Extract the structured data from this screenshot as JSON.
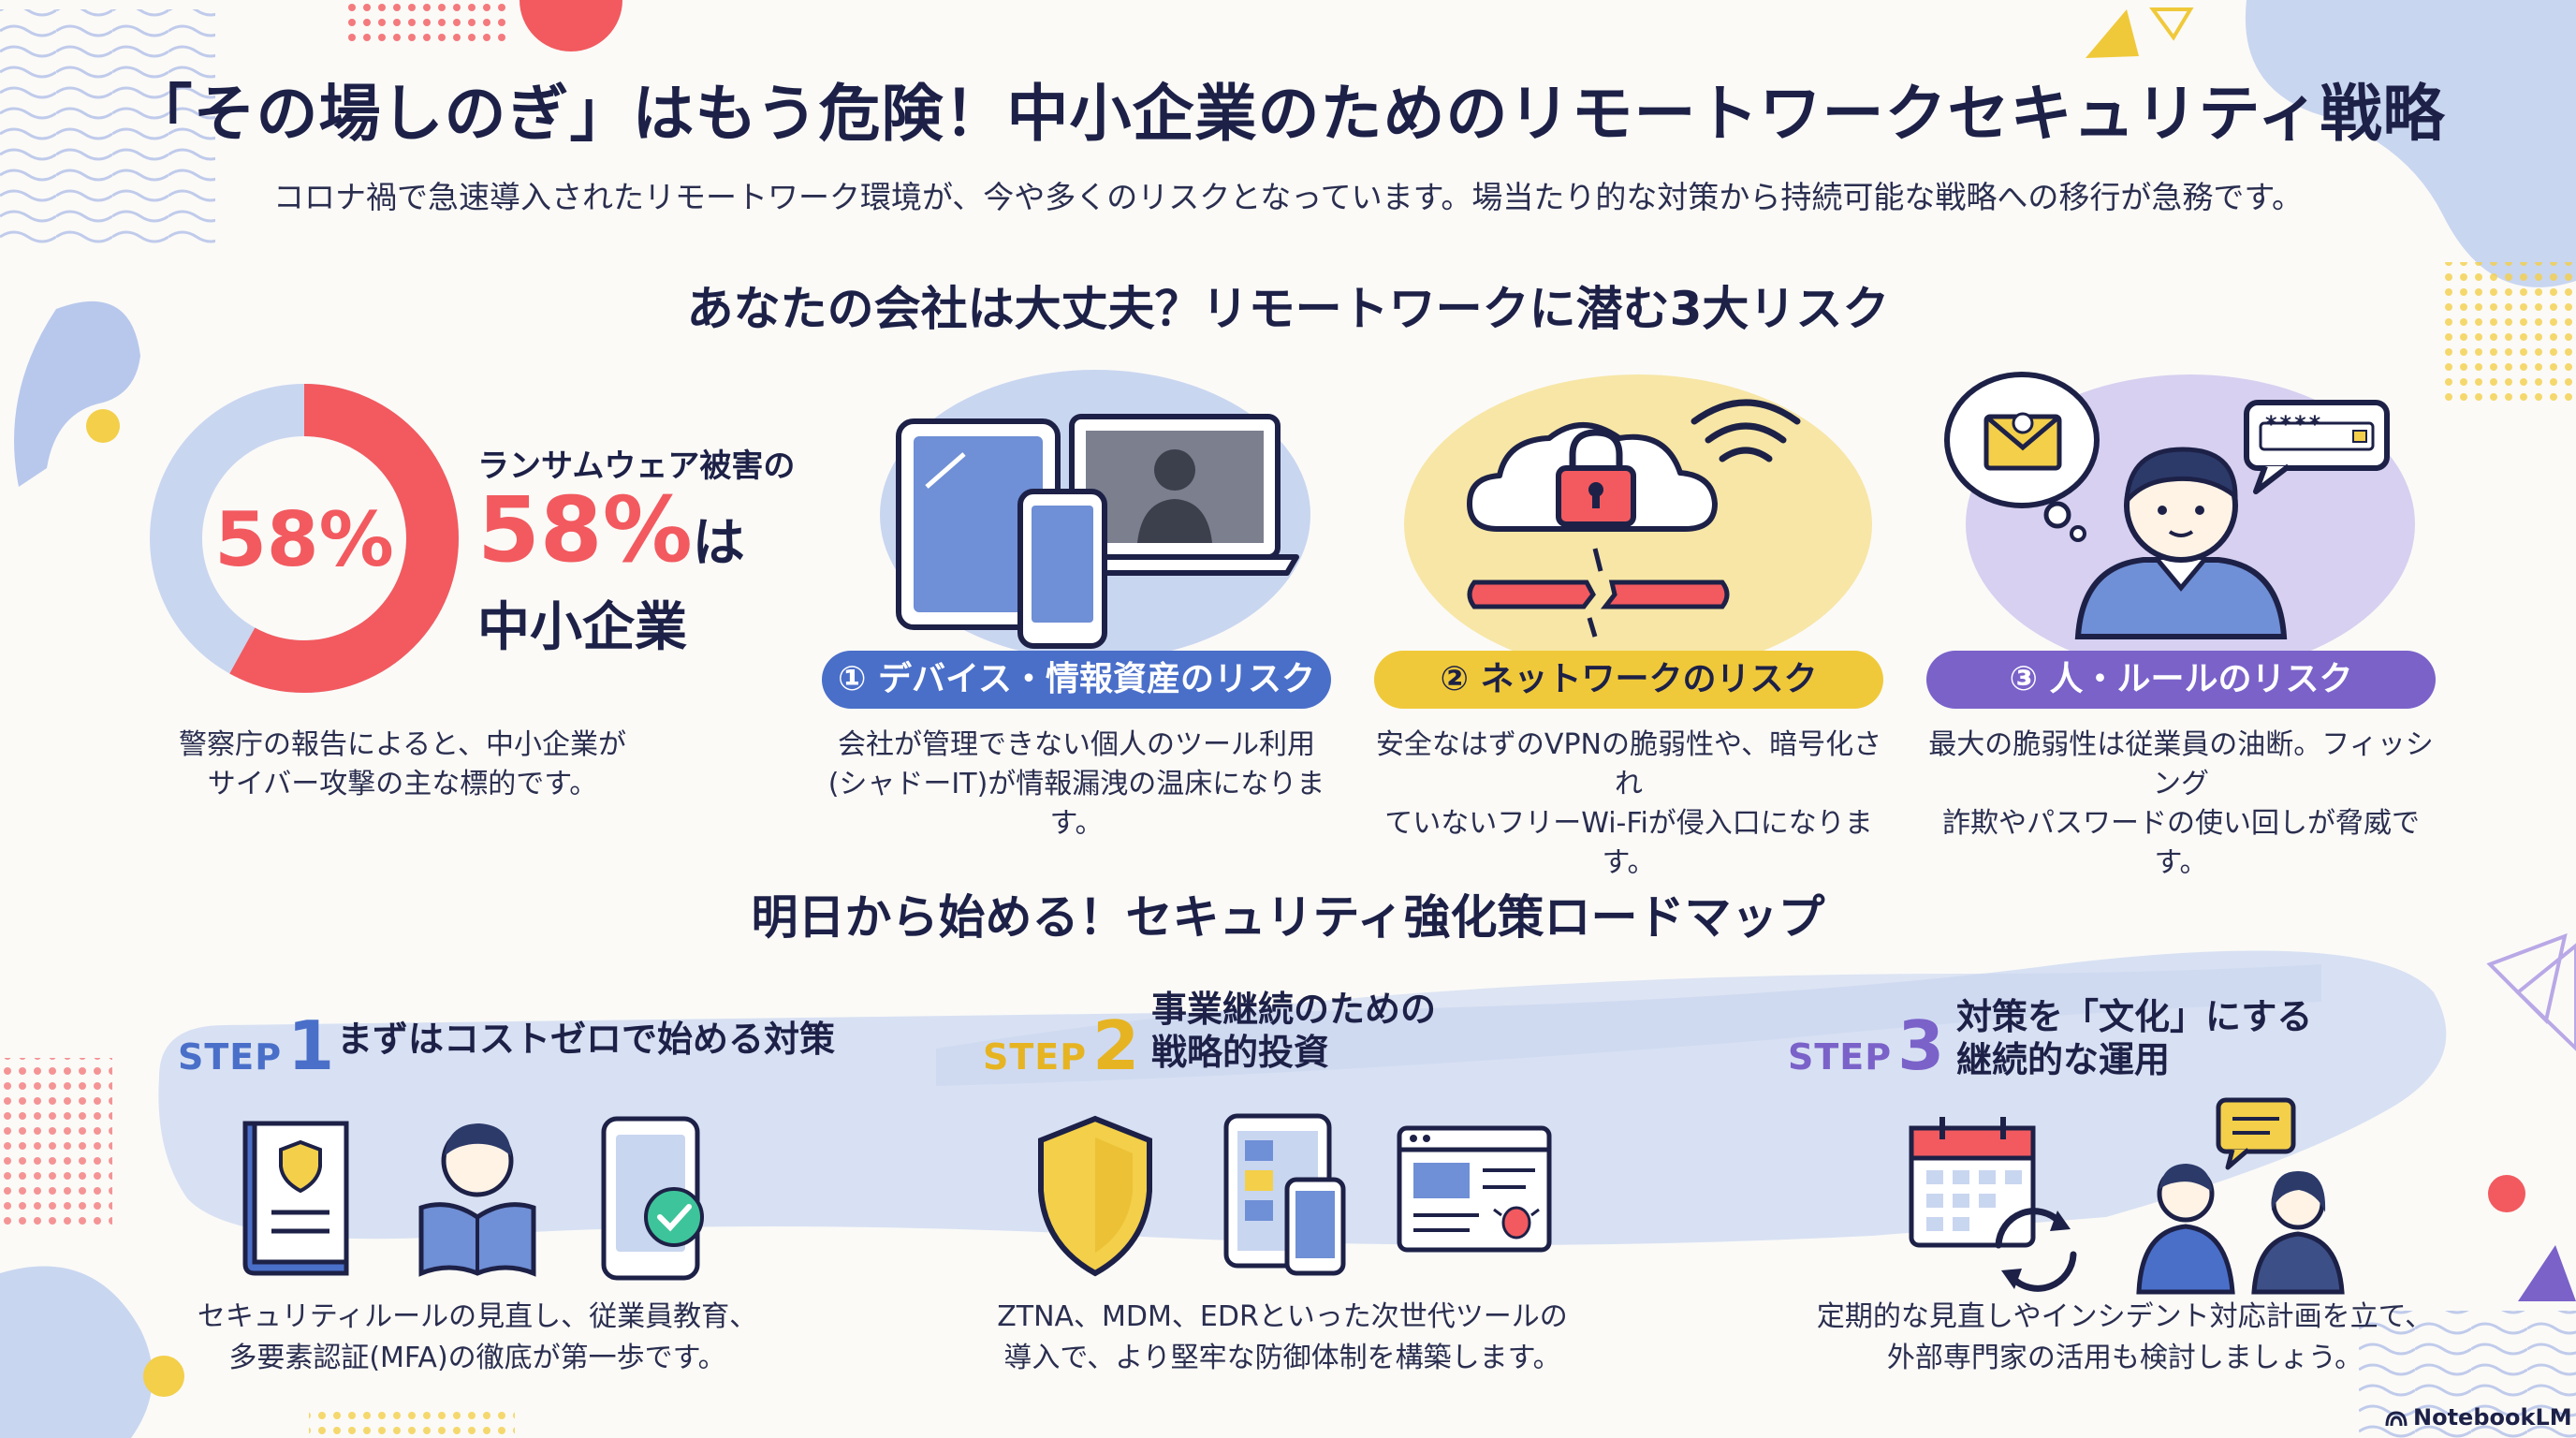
{
  "header": {
    "title": "「その場しのぎ」はもう危険！中小企業のためのリモートワークセキュリティ戦略",
    "subtitle": "コロナ禍で急速導入されたリモートワーク環境が、今や多くのリスクとなっています。場当たり的な対策から持続可能な戦略への移行が急務です。"
  },
  "risks_section": {
    "title": "あなたの会社は大丈夫？リモートワークに潜む3大リスク",
    "stat": {
      "donut_value": "58%",
      "donut_fraction": 0.58,
      "line1": "ランサムウェア被害の",
      "big_value": "58%",
      "big_suffix": "は",
      "line3": "中小企業",
      "desc_line1": "警察庁の報告によると、中小企業が",
      "desc_line2": "サイバー攻撃の主な標的です。"
    },
    "risks": [
      {
        "label": "① デバイス・情報資産のリスク",
        "desc_line1": "会社が管理できない個人のツール利用",
        "desc_line2": "(シャドーIT)が情報漏洩の温床になります。"
      },
      {
        "label": "② ネットワークのリスク",
        "desc_line1": "安全なはずのVPNの脆弱性や、暗号化され",
        "desc_line2": "ていないフリーWi-Fiが侵入口になります。"
      },
      {
        "label": "③ 人・ルールのリスク",
        "desc_line1": "最大の脆弱性は従業員の油断。フィッシング",
        "desc_line2": "詐欺やパスワードの使い回しが脅威です。"
      }
    ],
    "password_bubble": "****"
  },
  "roadmap": {
    "title": "明日から始める！セキュリティ強化策ロードマップ",
    "steps": [
      {
        "step": "STEP",
        "num": "1",
        "title_line1": "まずはコストゼロで始める対策",
        "title_line2": "",
        "desc_line1": "セキュリティルールの見直し、従業員教育、",
        "desc_line2": "多要素認証(MFA)の徹底が第一歩です。"
      },
      {
        "step": "STEP",
        "num": "2",
        "title_line1": "事業継続のための",
        "title_line2": "戦略的投資",
        "desc_line1": "ZTNA、MDM、EDRといった次世代ツールの",
        "desc_line2": "導入で、より堅牢な防御体制を構築します。"
      },
      {
        "step": "STEP",
        "num": "3",
        "title_line1": "対策を「文化」にする",
        "title_line2": "継続的な運用",
        "desc_line1": "定期的な見直しやインシデント対応計画を立て、",
        "desc_line2": "外部専門家の活用も検討しましょう。"
      }
    ]
  },
  "footer": {
    "brand": "NotebookLM"
  },
  "colors": {
    "navy": "#1d2147",
    "red": "#f25a5f",
    "blue": "#4a6fc9",
    "yellow": "#f0c93a",
    "purple": "#7a62c9",
    "light_blue": "#c9d6f0"
  }
}
